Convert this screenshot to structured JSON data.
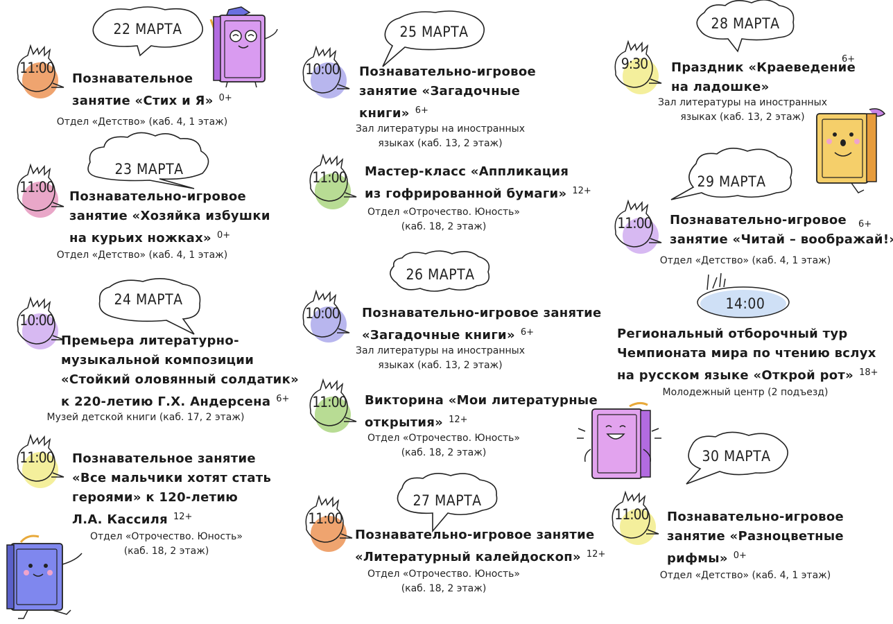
{
  "columns": [
    {
      "days": [
        {
          "date": "22 МАРТА",
          "events": [
            {
              "time": "11:00",
              "color": "#efa46f",
              "title_lines": [
                "Познавательное",
                "занятие «Стих и Я»"
              ],
              "age": "0+",
              "location_lines": [
                "Отдел «Детство» (каб. 4, 1 этаж)"
              ]
            }
          ]
        },
        {
          "date": "23 МАРТА",
          "events": [
            {
              "time": "11:00",
              "color": "#e9a7c8",
              "title_lines": [
                "Познавательно-игровое",
                "занятие «Хозяйка избушки",
                "на курьих ножках»"
              ],
              "age": "0+",
              "location_lines": [
                "Отдел «Детство» (каб. 4, 1 этаж)"
              ]
            }
          ]
        },
        {
          "date": "24 МАРТА",
          "events": [
            {
              "time": "10:00",
              "color": "#d7b9f2",
              "title_lines": [
                "Премьера литературно-",
                "музыкальной композиции",
                "«Стойкий оловянный солдатик»",
                "к 220-летию Г.Х. Андерсена"
              ],
              "age": "6+",
              "location_lines": [
                "Музей детской книги (каб. 17, 2 этаж)"
              ]
            },
            {
              "time": "11:00",
              "color": "#f4ef9c",
              "title_lines": [
                "Познавательное занятие",
                "«Все мальчики хотят стать",
                "героями» к 120-летию",
                "Л.А. Кассиля"
              ],
              "age": "12+",
              "location_lines": [
                "Отдел «Отрочество. Юность»",
                "(каб. 18, 2 этаж)"
              ]
            }
          ]
        }
      ]
    },
    {
      "days": [
        {
          "date": "25 МАРТА",
          "events": [
            {
              "time": "10:00",
              "color": "#b8b6ee",
              "title_lines": [
                "Познавательно-игровое",
                "занятие «Загадочные",
                "книги»"
              ],
              "age": "6+",
              "location_lines": [
                "Зал литературы на иностранных",
                "языках (каб. 13, 2 этаж)"
              ]
            },
            {
              "time": "11:00",
              "color": "#b8dc94",
              "title_lines": [
                "Мастер-класс «Аппликация",
                "из гофрированной бумаги»"
              ],
              "age": "12+",
              "location_lines": [
                "Отдел «Отрочество. Юность»",
                "(каб. 18, 2 этаж)"
              ]
            }
          ]
        },
        {
          "date": "26 МАРТА",
          "events": [
            {
              "time": "10:00",
              "color": "#b8b6ee",
              "title_lines": [
                "Познавательно-игровое занятие",
                "«Загадочные книги»"
              ],
              "age": "6+",
              "location_lines": [
                "Зал литературы на иностранных",
                "языках (каб. 13, 2 этаж)"
              ]
            },
            {
              "time": "11:00",
              "color": "#b8dc94",
              "title_lines": [
                "Викторина «Мои литературные",
                "открытия»"
              ],
              "age": "12+",
              "location_lines": [
                "Отдел «Отрочество. Юность»",
                "(каб. 18, 2 этаж)"
              ]
            }
          ]
        },
        {
          "date": "27 МАРТА",
          "events": [
            {
              "time": "11:00",
              "color": "#efa46f",
              "title_lines": [
                "Познавательно-игровое занятие",
                "«Литературный калейдоскоп»"
              ],
              "age": "12+",
              "location_lines": [
                "Отдел «Отрочество. Юность»",
                "(каб. 18, 2 этаж)"
              ]
            }
          ]
        }
      ]
    },
    {
      "days": [
        {
          "date": "28 МАРТА",
          "events": [
            {
              "time": "9:30",
              "color": "#f4ef9c",
              "title_lines": [
                "Праздник «Краеведение",
                "на ладошке»"
              ],
              "age": "6+",
              "location_lines": [
                "Зал литературы на иностранных",
                "языках (каб. 13, 2 этаж)"
              ]
            }
          ]
        },
        {
          "date": "29 МАРТА",
          "events": [
            {
              "time": "11:00",
              "color": "#d7b9f2",
              "title_lines": [
                "Познавательно-игровое",
                "занятие «Читай – воображай!»"
              ],
              "age": "6+",
              "location_lines": [
                "Отдел «Детство» (каб. 4, 1 этаж)"
              ]
            },
            {
              "time": "14:00",
              "color": "#cfe0f6",
              "title_lines": [
                "Региональный отборочный тур",
                "Чемпионата мира по чтению вслух",
                "на русском языке «Открой рот»"
              ],
              "age": "18+",
              "location_lines": [
                "Молодежный центр (2 подъезд)"
              ]
            }
          ]
        },
        {
          "date": "30 МАРТА",
          "events": [
            {
              "time": "11:00",
              "color": "#f4ef9c",
              "title_lines": [
                "Познавательно-игровое",
                "занятие «Разноцветные",
                "рифмы»"
              ],
              "age": "0+",
              "location_lines": [
                "Отдел «Детство» (каб. 4, 1 этаж)"
              ]
            }
          ]
        }
      ]
    }
  ],
  "mascots": [
    {
      "name": "purple-book-graduate",
      "color": "#d99bf0"
    },
    {
      "name": "orange-book",
      "color": "#f5cf6a"
    },
    {
      "name": "pink-book-laughing",
      "color": "#e2a3ee"
    },
    {
      "name": "blue-book-running",
      "color": "#7f87ee"
    }
  ]
}
